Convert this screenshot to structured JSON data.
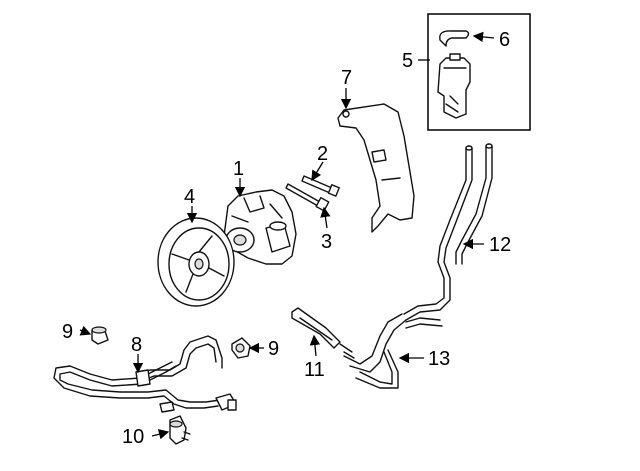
{
  "diagram": {
    "callouts": {
      "c1": "1",
      "c2": "2",
      "c3": "3",
      "c4": "4",
      "c5": "5",
      "c6": "6",
      "c7": "7",
      "c8": "8",
      "c9a": "9",
      "c9b": "9",
      "c10": "10",
      "c11": "11",
      "c12": "12",
      "c13": "13"
    }
  }
}
